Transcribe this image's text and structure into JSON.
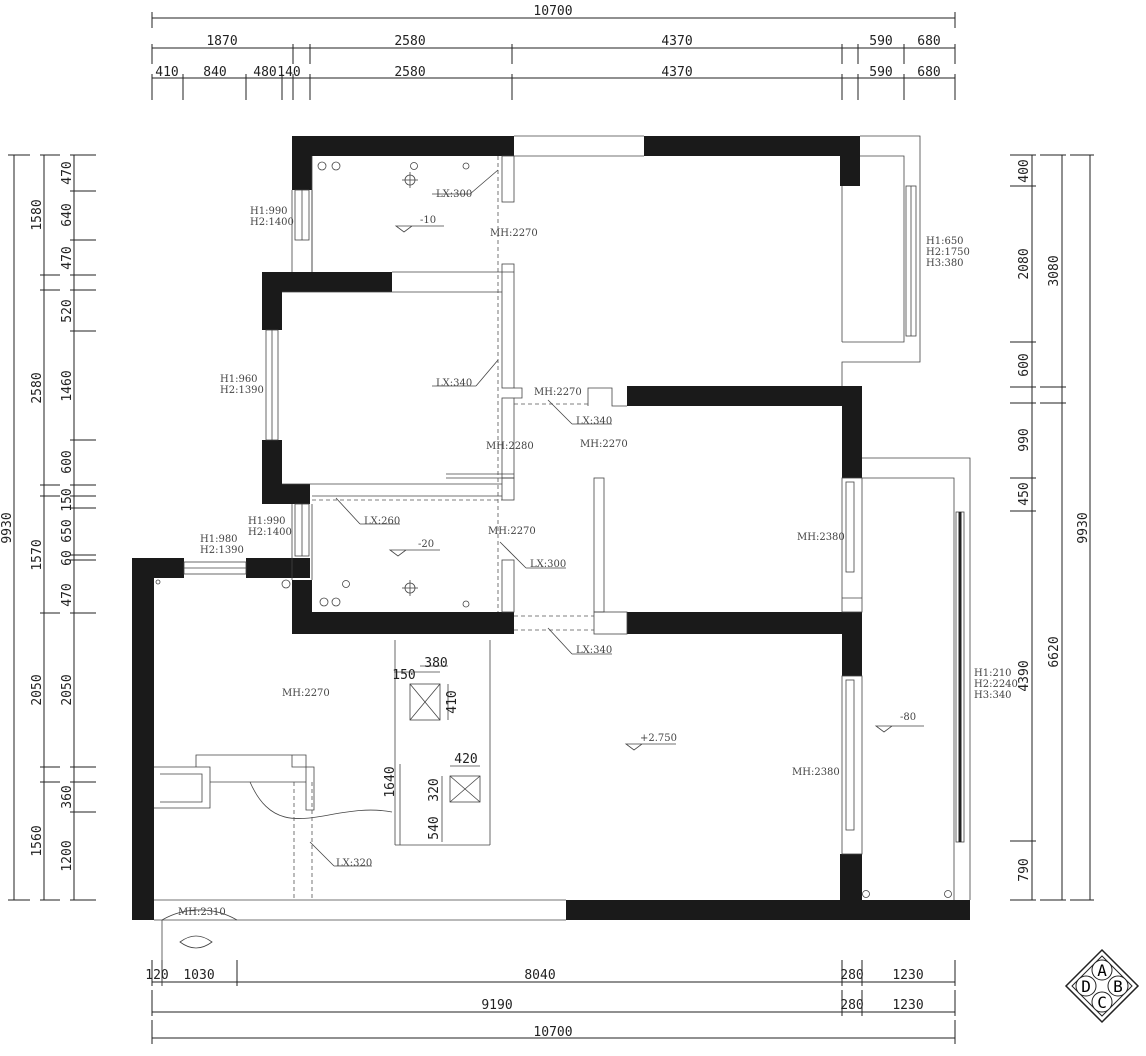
{
  "dimensions": {
    "top_total": "10700",
    "top_row1": [
      "1870",
      "2580",
      "4370",
      "590",
      "680"
    ],
    "top_row2": [
      "410",
      "840",
      "480",
      "140",
      "2580",
      "4370",
      "590",
      "680"
    ],
    "left_outer": "9930",
    "left_mid": [
      "1580",
      "2580",
      "1570",
      "2050",
      "1560"
    ],
    "left_inner": [
      "470",
      "640",
      "470",
      "520",
      "1460",
      "600",
      "150",
      "650",
      "60",
      "470",
      "2050",
      "360",
      "1200"
    ],
    "right_inner": [
      "400",
      "2080",
      "600",
      "990",
      "450",
      "4390",
      "790"
    ],
    "right_mid": [
      "3080",
      "6620"
    ],
    "right_outer": "9930",
    "bottom_row1": [
      "120",
      "1030",
      "8040",
      "280",
      "1230"
    ],
    "bottom_row2": [
      "9190",
      "280",
      "1230"
    ],
    "bottom_total": "10700",
    "island": [
      "150",
      "380",
      "410",
      "420",
      "320",
      "540",
      "1640"
    ]
  },
  "window_labels": {
    "w_top": [
      "H1:990",
      "H2:1400"
    ],
    "w_left": [
      "H1:960",
      "H2:1390"
    ],
    "w_mid": [
      "H1:990",
      "H2:1400"
    ],
    "w_bottom": [
      "H1:980",
      "H2:1390"
    ],
    "w_right_top": [
      "H1:650",
      "H2:1750",
      "H3:380"
    ],
    "w_right_bottom": [
      "H1:210",
      "H2:2240",
      "H3:340"
    ]
  },
  "annotations": {
    "lx_300_top": "LX:300",
    "level_m10": "-10",
    "mh_2270_a": "MH:2270",
    "lx_340_a": "LX:340",
    "mh_2270_b": "MH:2270",
    "lx_340_b": "LX:340",
    "mh_2280": "MH:2280",
    "mh_2270_c": "MH:2270",
    "lx_260": "LX:260",
    "mh_2270_d": "MH:2270",
    "level_m20": "-20",
    "lx_300_mid": "LX:300",
    "mh_2380_a": "MH:2380",
    "lx_340_c": "LX:340",
    "mh_2270_living": "MH:2270",
    "level_p2750": "+2.750",
    "level_m80": "-80",
    "mh_2380_b": "MH:2380",
    "lx_320": "LX:320",
    "mh_2310": "MH:2310"
  },
  "compass": {
    "a": "A",
    "b": "B",
    "c": "C",
    "d": "D"
  }
}
